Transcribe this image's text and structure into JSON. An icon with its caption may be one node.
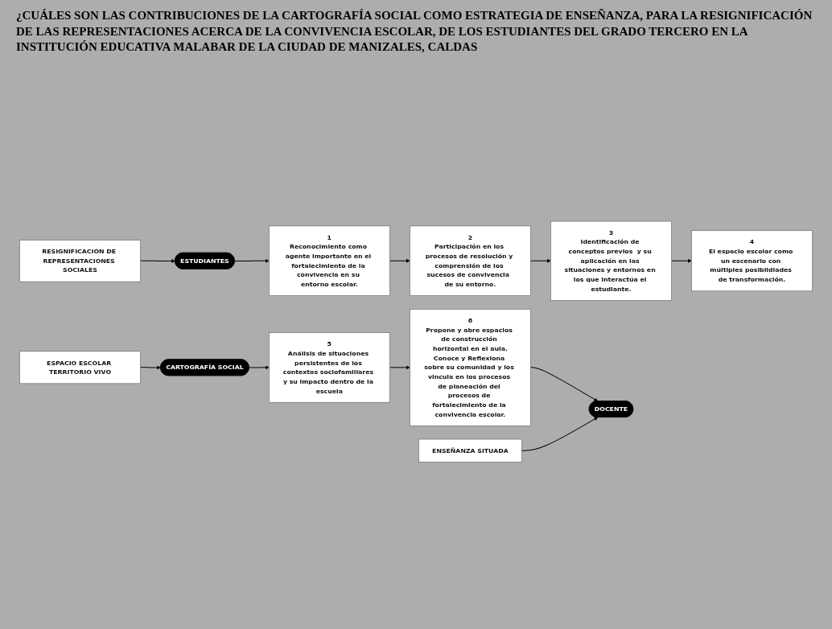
{
  "diagram": {
    "title": "¿CUÁLES SON LAS CONTRIBUCIONES DE LA CARTOGRAFÍA SOCIAL COMO ESTRATEGIA DE ENSEÑANZA, PARA LA RESIGNIFICACIÓN DE LAS REPRESENTACIONES ACERCA DE LA CONVIVENCIA ESCOLAR, DE LOS ESTUDIANTES DEL GRADO TERCERO EN LA INSTITUCIÓN EDUCATIVA MALABAR DE LA CIUDAD DE MANIZALES, CALDAS",
    "nodes": [
      {
        "text": [
          "ESTUDIANTES"
        ]
      },
      {
        "text": [
          "RESIGNIFICACIÓN DE REPRESENTACIONES SOCIALES"
        ]
      },
      {
        "text": [
          "1",
          "Reconocimiento como agente importante en el fortalecimiento de la convivencia en su entorno escolar."
        ]
      },
      {
        "text": [
          "2",
          "Participación en los procesos de resolución y comprensión de los sucesos de convivencia  de su entorno."
        ]
      },
      {
        "text": [
          "ESPACIO ESCOLAR TERRITORIO VIVO"
        ]
      },
      {
        "text": [
          "3",
          "Identificación de conceptos previos  y su aplicación en las situaciones y entornos en los que interactúa el estudiante."
        ]
      },
      {
        "text": [
          "4",
          "El espacio escolar como un escenario con múltiples posibildiades de transformación."
        ]
      },
      {
        "text": [
          "CARTOGRAFÍA SOCIAL"
        ]
      },
      {
        "text": [
          "ENSEÑANZA SITUADA"
        ]
      },
      {
        "text": [
          "5",
          "Análisis de situaciones persistentes de los contextos sociofamiliares y su impacto dentro de la escuela"
        ]
      },
      {
        "text": [
          "6",
          "Propone y abre espacios de construcción horizontal en el aula.",
          "Conoce y Reflexiona sobre su comunidad y los vincula en los procesos de planeación del procesos de fortalecimiento de la convivencia escolar."
        ]
      },
      {
        "text": [
          "DOCENTE"
        ]
      }
    ],
    "edges": [
      {
        "from": 1,
        "to": 0,
        "arrow": "to"
      },
      {
        "from": 0,
        "to": 2,
        "arrow": "to"
      },
      {
        "from": 2,
        "to": 3,
        "arrow": "to"
      },
      {
        "from": 3,
        "to": 5,
        "arrow": "to"
      },
      {
        "from": 5,
        "to": 6,
        "arrow": "to"
      },
      {
        "from": 4,
        "to": 7,
        "arrow": "to"
      },
      {
        "from": 7,
        "to": 9,
        "arrow": "to"
      },
      {
        "from": 9,
        "to": 10,
        "arrow": "to"
      },
      {
        "from": 10,
        "to": 11,
        "arrow": "to"
      },
      {
        "from": 8,
        "to": 11,
        "arrow": "to"
      }
    ]
  }
}
